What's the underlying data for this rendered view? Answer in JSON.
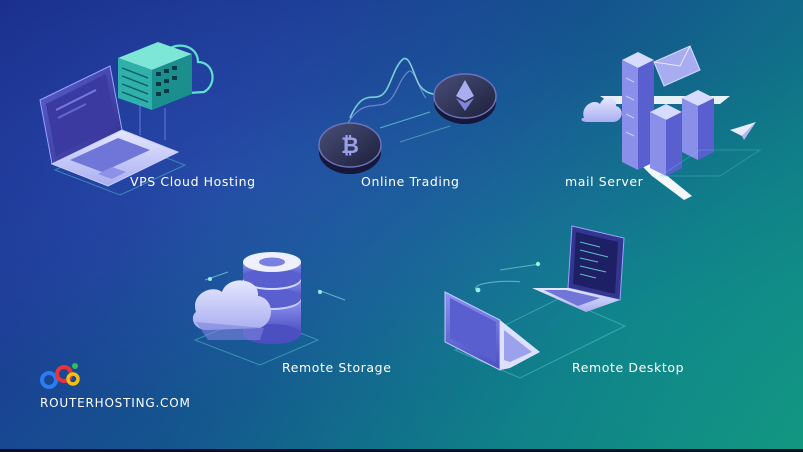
{
  "services": [
    {
      "label": "VPS Cloud Hosting",
      "icon": "laptop-cloud-server-icon"
    },
    {
      "label": "Online Trading",
      "icon": "crypto-coins-icon"
    },
    {
      "label": "mail Server",
      "icon": "mail-server-buildings-icon"
    },
    {
      "label": "Remote Storage",
      "icon": "database-cloud-icon"
    },
    {
      "label": "Remote Desktop",
      "icon": "laptops-connection-icon"
    }
  ],
  "brand": {
    "name": "ROUTERHOSTING.COM",
    "logo_icon": "routerhosting-logo-icon"
  },
  "colors": {
    "accent": "#6f78e8",
    "teal": "#26d3b8",
    "text": "#ffffff"
  }
}
